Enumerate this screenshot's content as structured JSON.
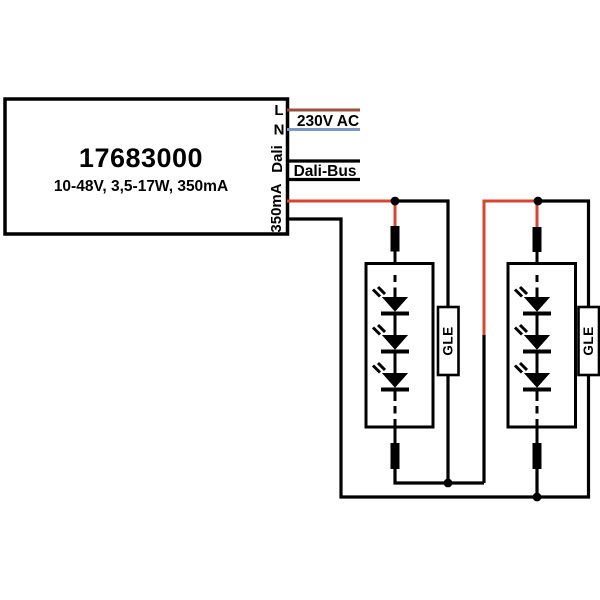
{
  "driver": {
    "model": "17683000",
    "specs": "10-48V, 3,5-17W, 350mA",
    "terminal_l": "L",
    "terminal_n": "N",
    "terminal_dali": "Dali",
    "terminal_output": "350mA"
  },
  "wiring": {
    "mains_label": "230V AC",
    "dali_label": "Dali-Bus"
  },
  "modules": [
    {
      "label": "GLE"
    },
    {
      "label": "GLE"
    }
  ],
  "colors": {
    "positive": "#d9452e",
    "live": "#9e4c3b",
    "neutral": "#7d97c6",
    "black": "#000000"
  }
}
